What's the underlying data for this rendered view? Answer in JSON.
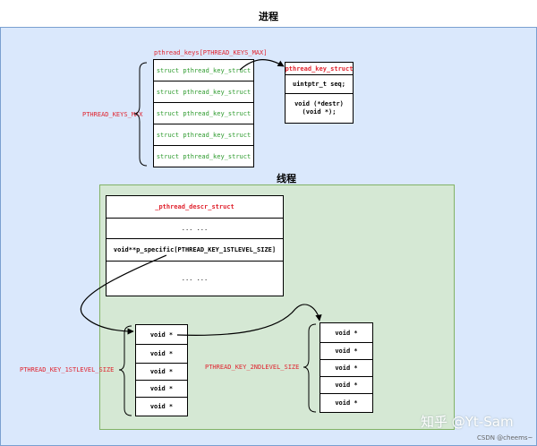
{
  "process": {
    "title": "进程"
  },
  "thread": {
    "title": "线程"
  },
  "keys_array": {
    "header": "pthread_keys[PTHREAD_KEYS_MAX]",
    "size_label": "PTHREAD_KEYS_MAX",
    "rows": [
      "struct pthread_key_struct",
      "struct pthread_key_struct",
      "struct pthread_key_struct",
      "struct pthread_key_struct",
      "struct pthread_key_struct"
    ]
  },
  "key_struct": {
    "title": "pthread_key_struct",
    "field1": "uintptr_t seq;",
    "field2_line1": "void (*destr)",
    "field2_line2": "(void *);"
  },
  "descr_struct": {
    "title": "_pthread_descr_struct",
    "row1": "... ...",
    "specific": "void**p_specific[PTHREAD_KEY_1STLEVEL_SIZE]",
    "row3": "... ..."
  },
  "first_level": {
    "label": "PTHREAD_KEY_1STLEVEL_SIZE",
    "rows": [
      "void *",
      "void *",
      "void *",
      "void *",
      "void *"
    ]
  },
  "second_level": {
    "label": "PTHREAD_KEY_2NDLEVEL_SIZE",
    "rows": [
      "void *",
      "void *",
      "void *",
      "void *",
      "void *"
    ]
  },
  "watermark": {
    "main": "知乎 @Yt-Sam",
    "sub": "CSDN @cheems~"
  },
  "colors": {
    "process_bg": "#dae8fc",
    "thread_bg": "#d5e8d4",
    "label_red": "#e0242f",
    "struct_green": "#2e9b2e"
  }
}
